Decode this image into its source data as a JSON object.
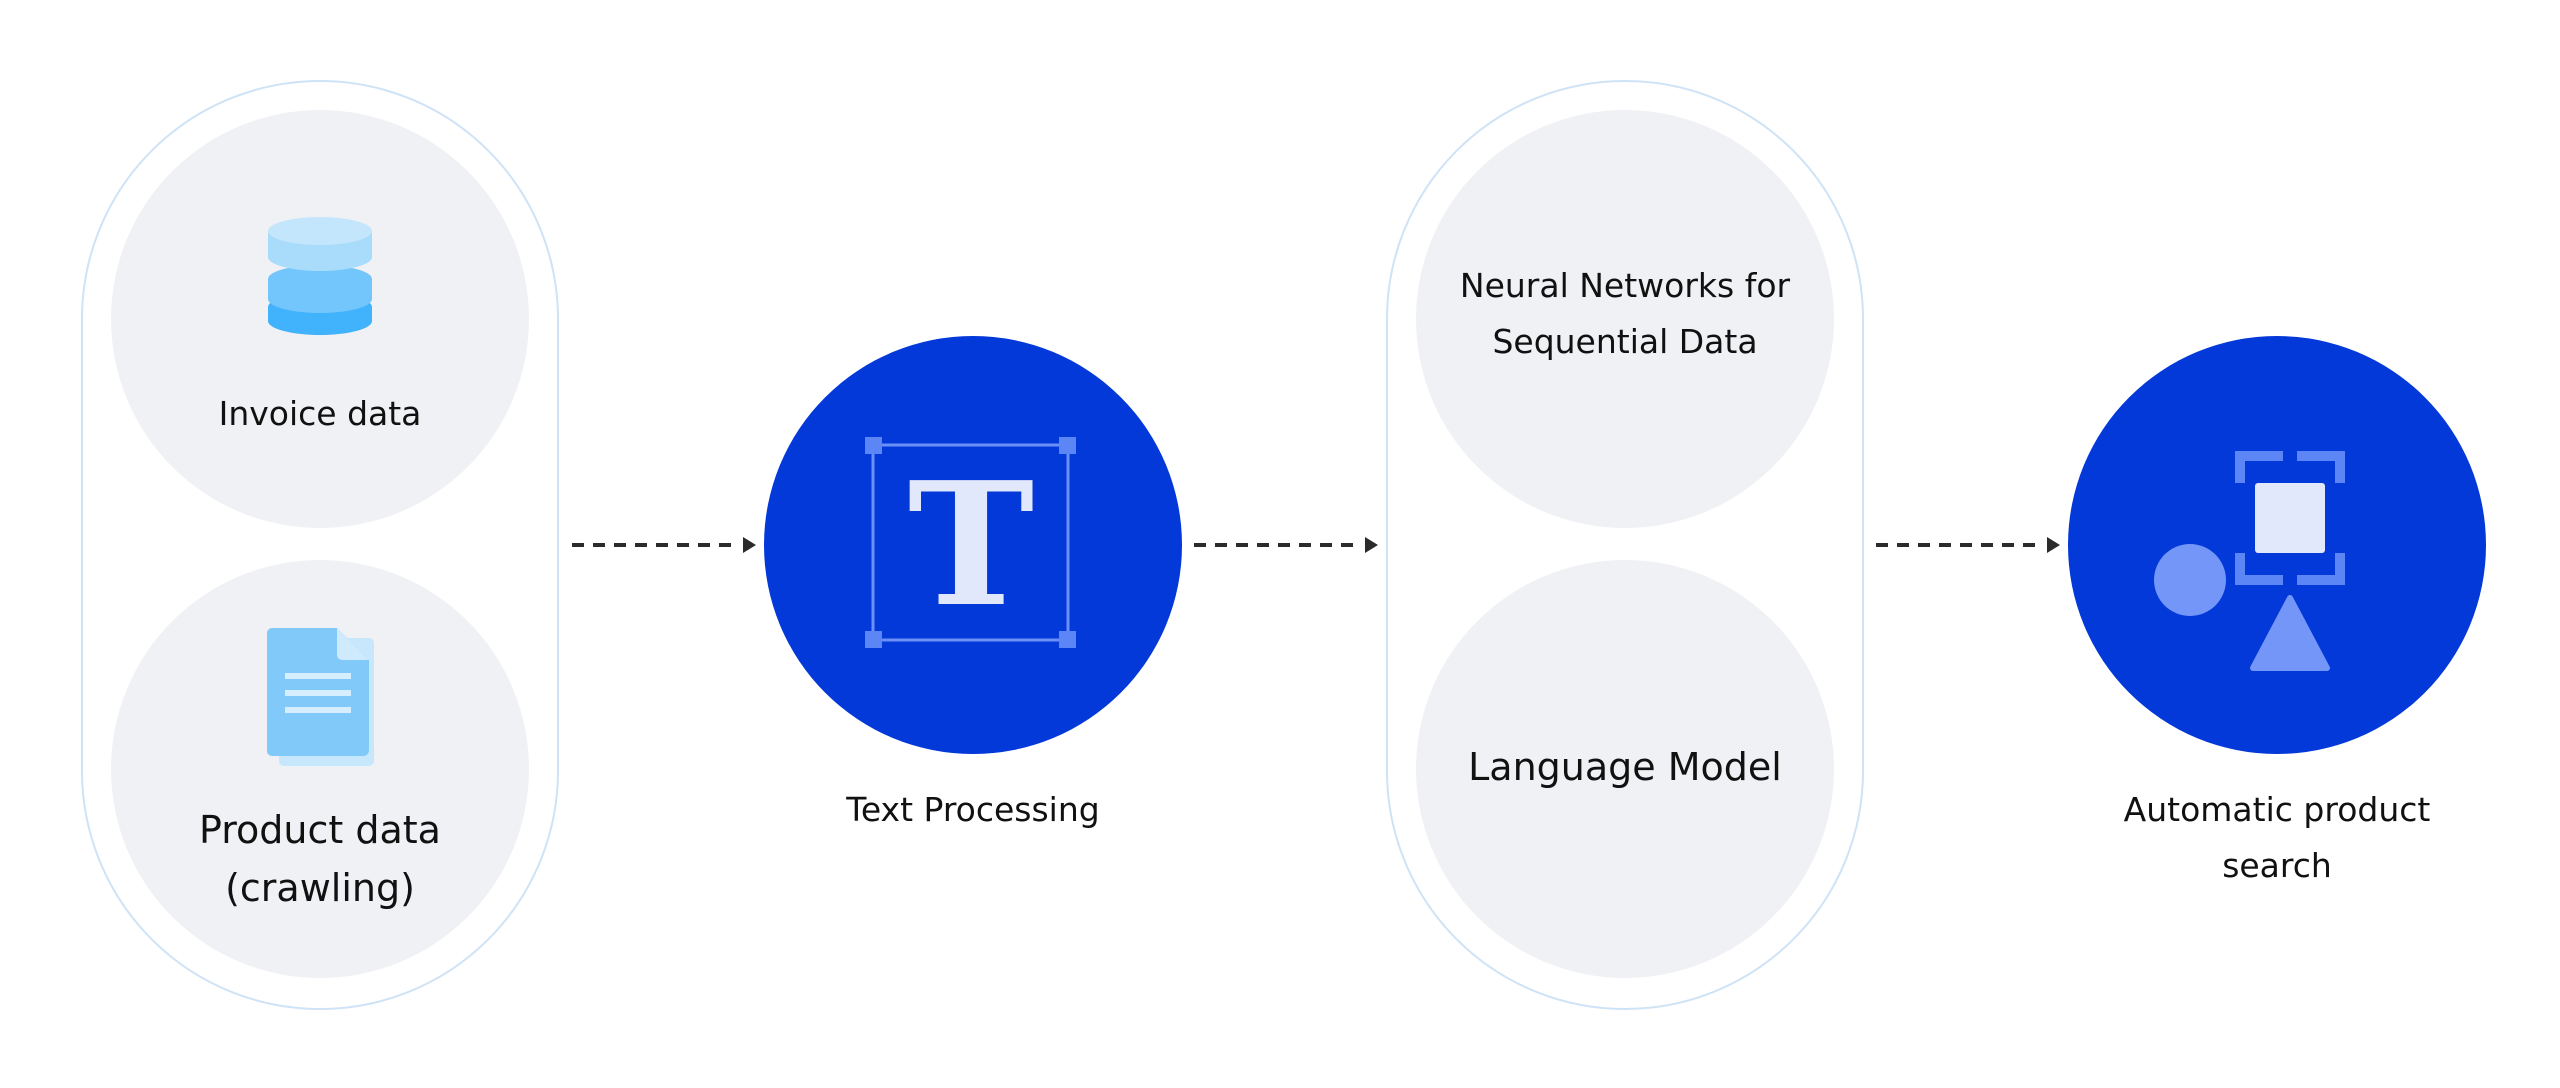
{
  "diagram": {
    "sources": {
      "invoice": {
        "label": "Invoice data",
        "icon": "database-icon"
      },
      "product": {
        "label_line1": "Product data",
        "label_line2": "(crawling)",
        "icon": "document-icon"
      }
    },
    "processing": {
      "label": "Text Processing",
      "icon": "text-frame-icon"
    },
    "models": {
      "neural": {
        "label_line1": "Neural Networks for",
        "label_line2": "Sequential Data"
      },
      "language": {
        "label": "Language Model"
      }
    },
    "output": {
      "label_line1": "Automatic product",
      "label_line2": "search",
      "icon": "shapes-focus-icon"
    }
  },
  "colors": {
    "primary_blue": "#0338d9",
    "grey_circle": "#f0f1f4",
    "capsule_border": "#cfe3f6",
    "icon_light": "#e2e8fb",
    "icon_accent": "#5c86f5",
    "database_light": "#a9dbfb",
    "database_mid": "#73c6fb",
    "database_dark": "#41b2fc",
    "document_blue": "#81c9f9"
  }
}
